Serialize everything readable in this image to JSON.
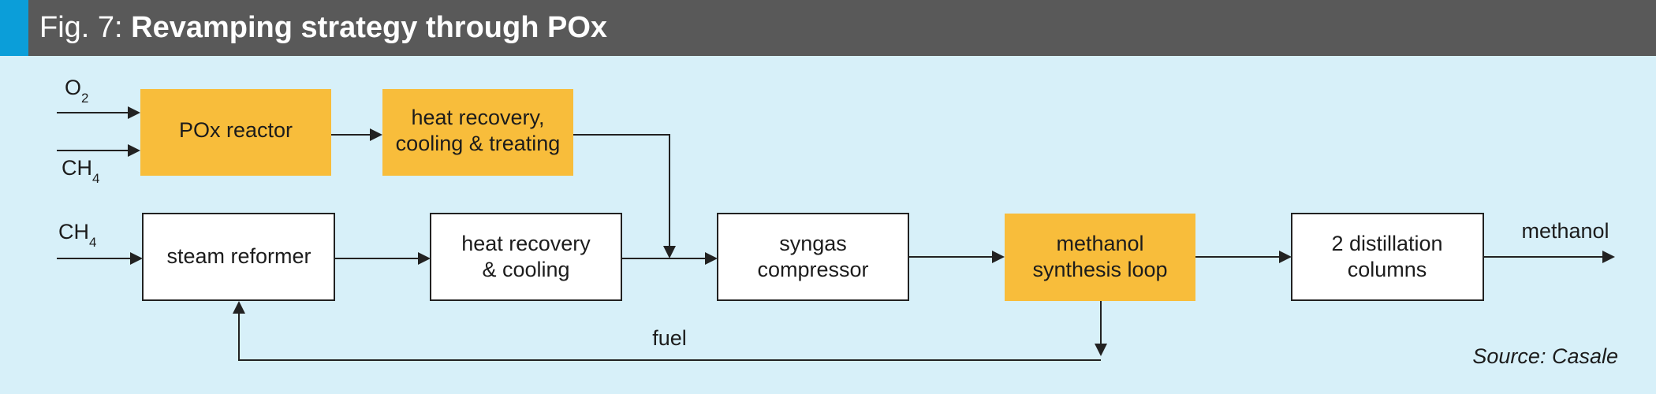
{
  "header": {
    "fig_label": "Fig. 7: ",
    "title": "Revamping strategy through POx",
    "accent_color": "#0b9ed9",
    "bar_color": "#595959"
  },
  "colors": {
    "background": "#d7f0f9",
    "highlight": "#f8bd3b"
  },
  "inputs": {
    "o2_main": "O",
    "o2_sub": "2",
    "ch4_pox_main": "CH",
    "ch4_pox_sub": "4",
    "ch4_reformer_main": "CH",
    "ch4_reformer_sub": "4"
  },
  "nodes": {
    "pox_reactor": "POx reactor",
    "heat_recovery_treating": [
      "heat recovery,",
      "cooling & treating"
    ],
    "steam_reformer": "steam reformer",
    "heat_recovery_cooling": [
      "heat recovery",
      "& cooling"
    ],
    "syngas_compressor": [
      "syngas",
      "compressor"
    ],
    "methanol_loop": [
      "methanol",
      "synthesis loop"
    ],
    "distillation": [
      "2 distillation",
      "columns"
    ]
  },
  "edges": {
    "fuel": "fuel",
    "product": "methanol"
  },
  "source": "Source: Casale"
}
